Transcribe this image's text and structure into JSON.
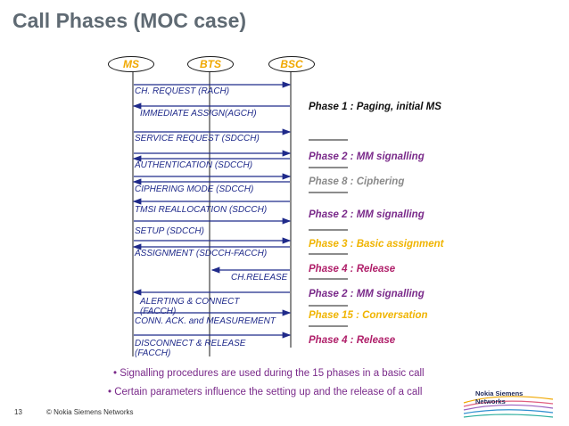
{
  "title": "Call Phases (MOC case)",
  "entities": [
    "MS",
    "BTS",
    "BSC"
  ],
  "messages": [
    "CH. REQUEST (RACH)",
    "IMMEDIATE ASSIGN(AGCH)",
    "SERVICE REQUEST (SDCCH)",
    "AUTHENTICATION (SDCCH)",
    "CIPHERING MODE (SDCCH)",
    "TMSI REALLOCATION (SDCCH)",
    "SETUP (SDCCH)",
    "ASSIGNMENT  (SDCCH-FACCH)",
    "CH.RELEASE",
    "ALERTING & CONNECT",
    "(FACCH)",
    "CONN. ACK. and MEASUREMENT",
    "DISCONNECT & RELEASE",
    "(FACCH)"
  ],
  "phases": [
    {
      "text": "Phase 1 : Paging, initial MS",
      "color": "#111111"
    },
    {
      "text": "Phase 2 : MM signalling",
      "color": "#7a2a8a"
    },
    {
      "text": "Phase 8 : Ciphering",
      "color": "#8a8a8a"
    },
    {
      "text": "Phase 2 : MM signalling",
      "color": "#7a2a8a"
    },
    {
      "text": "Phase 3 : Basic assignment",
      "color": "#f0b400"
    },
    {
      "text": "Phase 4 : Release",
      "color": "#b0206a"
    },
    {
      "text": "Phase 2 : MM signalling",
      "color": "#7a2a8a"
    },
    {
      "text": "Phase 15 : Conversation",
      "color": "#f0b400"
    },
    {
      "text": "Phase 4 : Release",
      "color": "#b0206a"
    }
  ],
  "bullets": [
    "• Signalling procedures are used during the 15 phases in a basic call",
    "• Certain parameters influence the setting up and the release of a call"
  ],
  "footer": {
    "page": "13",
    "copyright": "© Nokia Siemens Networks"
  },
  "logo": {
    "line1": "Nokia Siemens",
    "line2": "Networks"
  },
  "colors": {
    "entity_text": "#f0a800",
    "arrow": "#1f2a8a",
    "title": "#5f6a73"
  }
}
